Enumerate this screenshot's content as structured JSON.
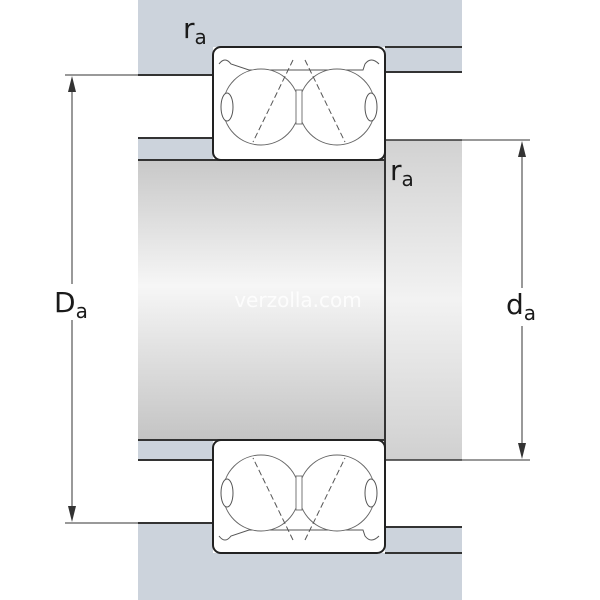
{
  "labels": {
    "Da_main": "D",
    "Da_sub": "a",
    "da_main": "d",
    "da_sub": "a",
    "ra_top_main": "r",
    "ra_top_sub": "a",
    "ra_mid_main": "r",
    "ra_mid_sub": "a"
  },
  "watermark": "verzolla.com",
  "colors": {
    "housing": "#ccd3dc",
    "shaft_light": "#f4f4f4",
    "shaft_dark": "#c9c9c9",
    "line": "#222222"
  }
}
